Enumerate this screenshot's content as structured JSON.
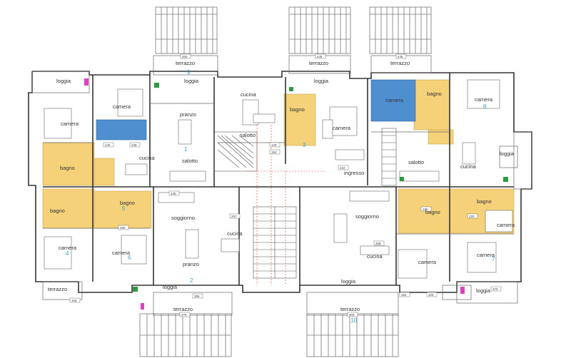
{
  "rooms": {
    "terrazzo_a": "terrazzo",
    "terrazzo_b": "terrazzo",
    "terrazzo_c": "terrazzo",
    "terrazzo_d": "terrazzo",
    "terrazzo_e": "terrazzo",
    "terrazzo_f": "terrazzo",
    "loggia_a": "loggia",
    "loggia_b": "loggia",
    "loggia_c": "loggia",
    "loggia_d": "loggia",
    "loggia_e": "loggia",
    "loggia_f": "loggia",
    "loggia_g": "loggia",
    "camera_a": "camera",
    "camera_b": "camera",
    "camera_c": "camera",
    "camera_d": "camera",
    "camera_e": "camera",
    "camera_f": "camera",
    "camera_g": "camera",
    "camera_h": "camera",
    "camera_i": "camera",
    "camera_j": "camera",
    "bagno_a": "bagno",
    "bagno_b": "bagno",
    "bagno_c": "bagno",
    "bagno_d": "bagno",
    "bagno_e": "bagno",
    "bagno_f": "bagno",
    "bagno_g": "bagno",
    "pranzo_a": "pranzo",
    "pranzo_b": "pranzo",
    "salotto_a": "salotto",
    "salotto_b": "salotto",
    "salotto_c": "salotto",
    "cucina_a": "cucina",
    "cucina_b": "cucina",
    "cucina_c": "cucina",
    "cucina_d": "cucina",
    "cucina_e": "cucina",
    "soggiorno_a": "soggiorno",
    "soggiorno_b": "soggiorno",
    "ingresso": "ingresso"
  },
  "numbers": {
    "n1": "1",
    "n2": "2",
    "n3": "3",
    "n4": "4",
    "n5": "5",
    "n6": "6",
    "n7": "7",
    "n8": "8",
    "n9": "9",
    "n10": "10"
  },
  "dims": {
    "d450": "450",
    "d445": "445",
    "d445b": "445",
    "d152": "152",
    "d125": "125",
    "d235": "235",
    "d140": "140",
    "d220": "220",
    "d180": "180",
    "d258": "258",
    "d257": "257",
    "d270": "270",
    "d280": "280",
    "d128": "128",
    "d155": "155",
    "d164": "164",
    "d225": "225",
    "d210": "210",
    "d475": "475",
    "d395": "395",
    "d400": "400"
  }
}
